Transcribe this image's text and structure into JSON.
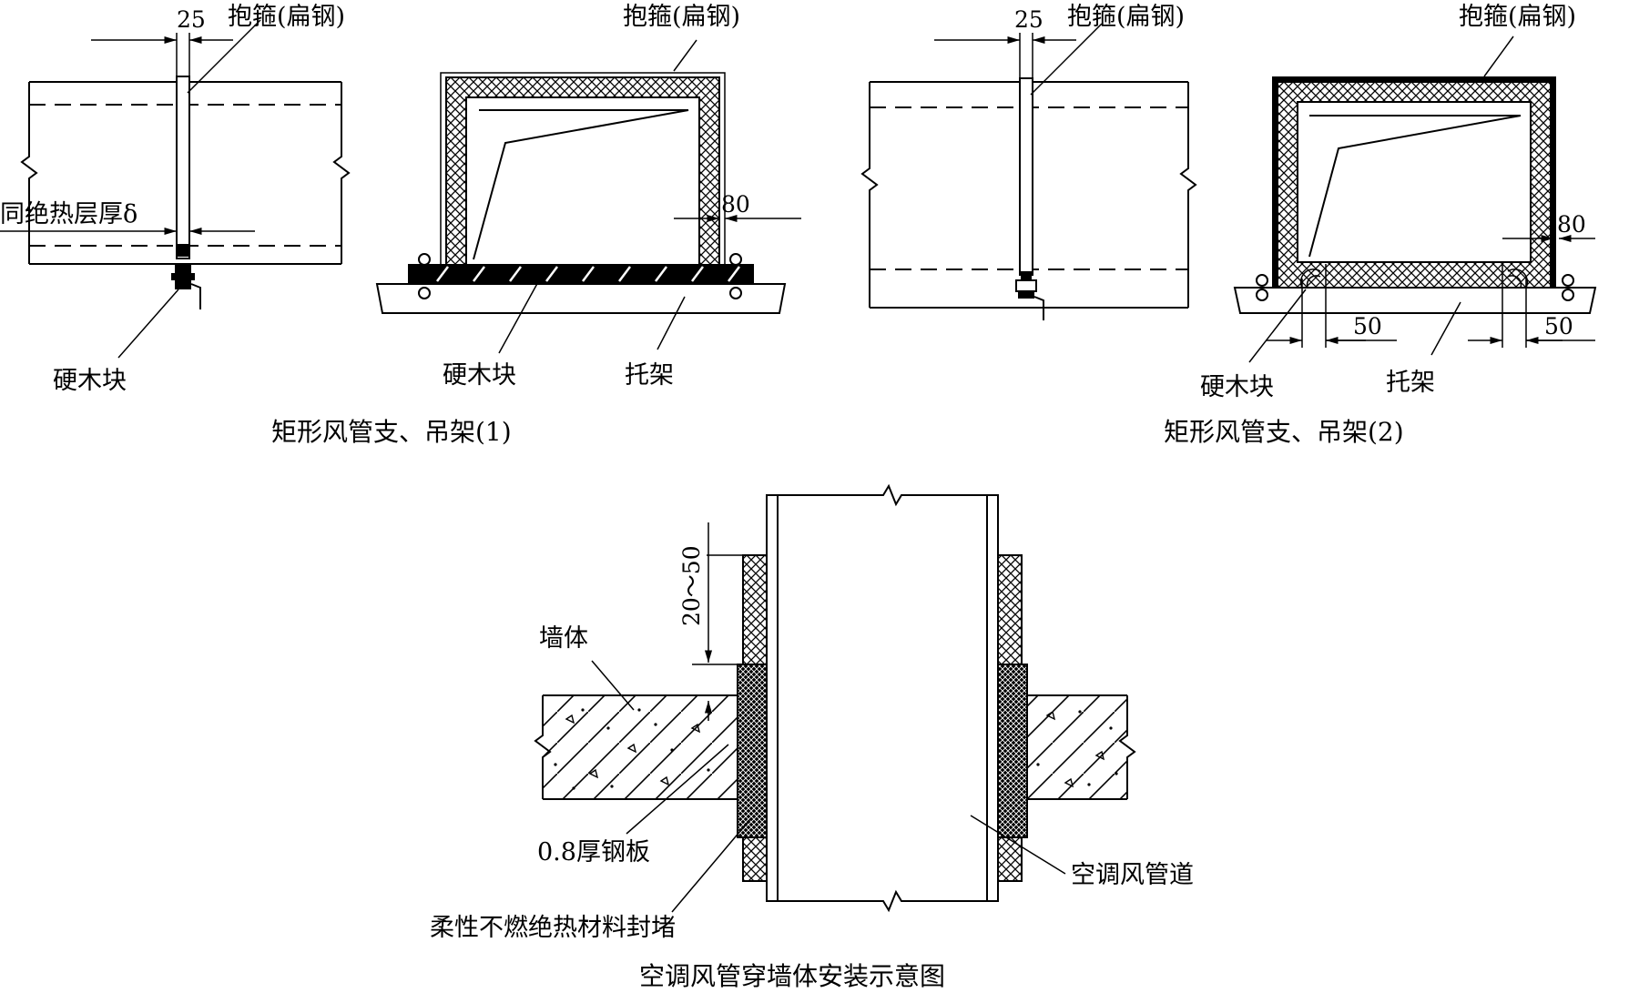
{
  "figure1": {
    "strap_label_side": "抱箍(扁钢)",
    "strap_label_front": "抱箍(扁钢)",
    "dim_strap_width": "25",
    "dim_insulation": "同绝热层厚δ",
    "dim_overhang": "80",
    "hardwood_label_side": "硬木块",
    "hardwood_label_front": "硬木块",
    "bracket_label": "托架",
    "caption": "矩形风管支、吊架(1)"
  },
  "figure2": {
    "strap_label_side": "抱箍(扁钢)",
    "strap_label_front": "抱箍(扁钢)",
    "dim_strap_width": "25",
    "dim_overhang": "80",
    "dim_block_left": "50",
    "dim_block_right": "50",
    "hardwood_label": "硬木块",
    "bracket_label": "托架",
    "caption": "矩形风管支、吊架(2)"
  },
  "figure3": {
    "wall_label": "墙体",
    "dim_protrusion": "20～50",
    "steel_plate_label": "0.8厚钢板",
    "seal_label": "柔性不燃绝热材料封堵",
    "duct_label": "空调风管道",
    "caption": "空调风管穿墙体安装示意图"
  }
}
